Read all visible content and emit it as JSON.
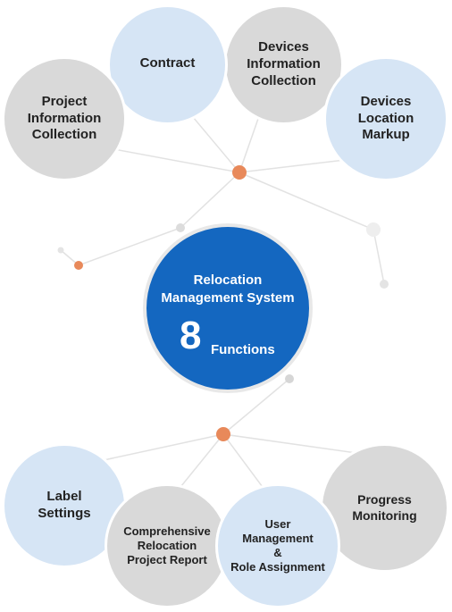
{
  "center": {
    "title": "Relocation\nManagement System",
    "number": "8",
    "subtitle": "Functions"
  },
  "functions": [
    {
      "label": "Contract"
    },
    {
      "label": "Devices\nInformation\nCollection"
    },
    {
      "label": "Project\nInformation\nCollection"
    },
    {
      "label": "Devices\nLocation\nMarkup"
    },
    {
      "label": "Label\nSettings"
    },
    {
      "label": "Comprehensive\nRelocation\nProject Report"
    },
    {
      "label": "User\nManagement\n&\nRole Assignment"
    },
    {
      "label": "Progress\nMonitoring"
    }
  ],
  "colors": {
    "accent": "#1467c0",
    "node_orange": "#e8895a",
    "bubble_gray": "#d9d9d9",
    "bubble_blue": "#d6e5f5"
  }
}
